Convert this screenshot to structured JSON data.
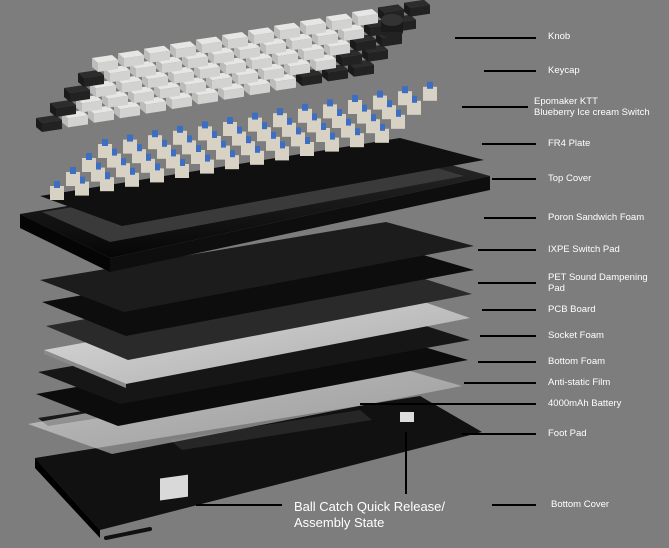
{
  "labels": {
    "knob": "Knob",
    "keycap": "Keycap",
    "switch_line1": "Epomaker KTT",
    "switch_line2": "Blueberry Ice cream Switch",
    "plate": "FR4 Plate",
    "top_cover": "Top Cover",
    "poron": "Poron Sandwich Foam",
    "ixpe": "IXPE Switch Pad",
    "pet_line1": "PET Sound Dampening",
    "pet_line2": "Pad",
    "pcb": "PCB Board",
    "socket_foam": "Socket Foam",
    "bottom_foam": "Bottom Foam",
    "film": "Anti-static Film",
    "battery": "4000mAh Battery",
    "foot_pad": "Foot Pad",
    "ball_catch_line1": "Ball Catch Quick Release/",
    "ball_catch_line2": "Assembly State",
    "bottom_cover": "Bottom Cover"
  },
  "colors": {
    "background": "#7d7d7d",
    "keycap_white": "#e6e6e4",
    "keycap_dark": "#2c2c2c",
    "switch_blue": "#3c6fc4",
    "layer_black": "#141414",
    "pcb_silver": "#c9c9c9"
  }
}
